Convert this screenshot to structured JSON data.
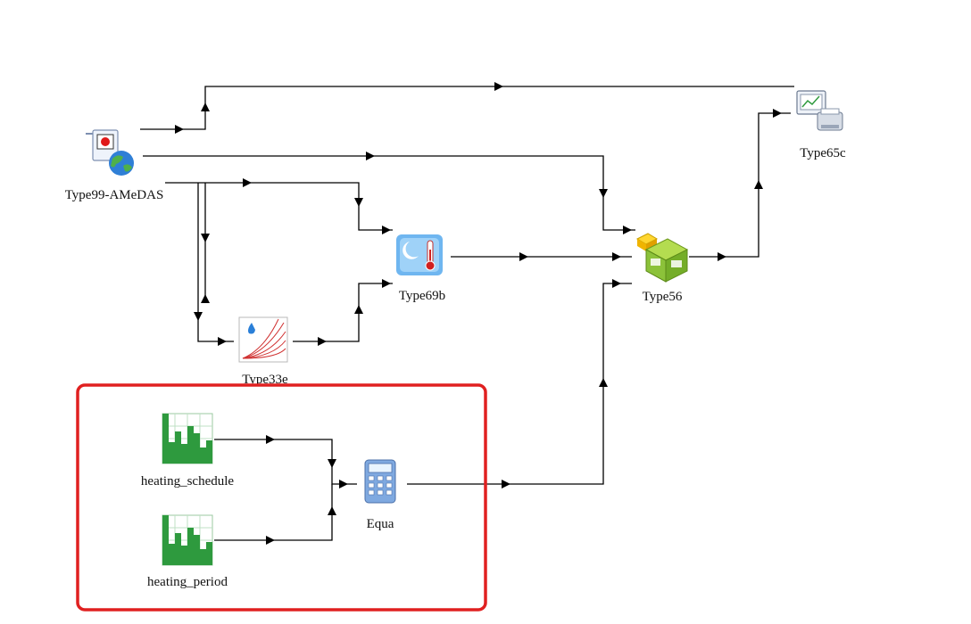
{
  "components": {
    "type99": {
      "label": "Type99-AMeDAS",
      "icon": "weather-data-globe-icon"
    },
    "type65c": {
      "label": "Type65c",
      "icon": "printer-monitor-icon"
    },
    "type69b": {
      "label": "Type69b",
      "icon": "sky-temperature-icon"
    },
    "type56": {
      "label": "Type56",
      "icon": "building-zone-icon"
    },
    "type33e": {
      "label": "Type33e",
      "icon": "psychrometric-chart-icon"
    },
    "heating_schedule": {
      "label": "heating_schedule",
      "icon": "schedule-bars-icon"
    },
    "heating_period": {
      "label": "heating_period",
      "icon": "schedule-bars-icon"
    },
    "equa": {
      "label": "Equa",
      "icon": "calculator-icon"
    }
  },
  "highlight": {
    "color": "#e02020"
  },
  "colors": {
    "wire": "#000000",
    "schedule_green": "#2e9a3e",
    "highlight": "#e02020"
  }
}
